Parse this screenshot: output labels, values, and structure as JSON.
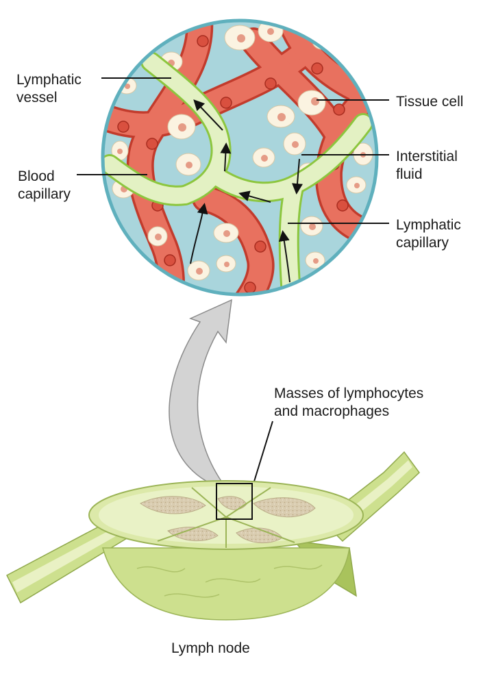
{
  "labels": {
    "lymphatic_vessel": [
      "Lymphatic",
      "vessel"
    ],
    "blood_capillary": [
      "Blood",
      "capillary"
    ],
    "tissue_cell": "Tissue cell",
    "interstitial_fluid": [
      "Interstitial",
      "fluid"
    ],
    "lymphatic_capillary": [
      "Lymphatic",
      "capillary"
    ],
    "masses": [
      "Masses of lymphocytes",
      "and macrophages"
    ],
    "lymph_node": "Lymph node"
  },
  "colors": {
    "interstitial_fluid": "#a9d5dc",
    "circle_rim": "#5fb0bd",
    "blood_capillary": "#e8715f",
    "blood_capillary_edge": "#c23b2c",
    "tissue_cell": "#fbf3e1",
    "tissue_cell_nucleus": "#e59b86",
    "lymph_vessel_fill": "#e3f1c3",
    "lymph_vessel_edge": "#8cc63e",
    "lymph_node": "#cde08e",
    "lymph_node_dark": "#a9c35c",
    "lymphocyte_mass": "#d8ccb0",
    "arrow_fill": "#d3d3d3"
  }
}
